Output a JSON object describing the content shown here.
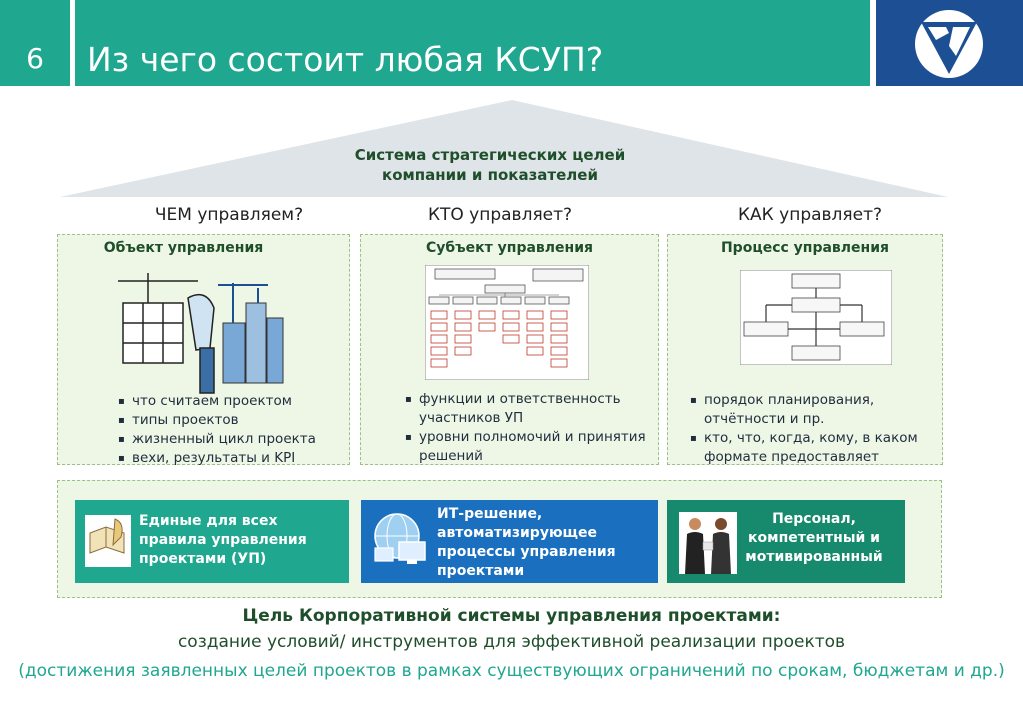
{
  "header": {
    "slide_number": "6",
    "title": "Из чего состоит любая КСУП?",
    "logo": "company-logo"
  },
  "roof": {
    "line1": "Система стратегических целей",
    "line2": "компании и показателей"
  },
  "columns": [
    {
      "question": "ЧЕМ управляем?",
      "panel_title": "Объект управления",
      "image": "construction-workers-illustration",
      "bullets": [
        "что считаем проектом",
        "типы проектов",
        "жизненный цикл проекта",
        "вехи, результаты и KPI"
      ]
    },
    {
      "question": "КТО управляет?",
      "panel_title": "Субъект управления",
      "image": "org-chart-diagram",
      "bullets": [
        "функции и ответственность участников УП",
        "уровни полномочий и принятия решений"
      ]
    },
    {
      "question": "КАК управляет?",
      "panel_title": "Процесс управления",
      "image": "process-flow-diagram",
      "bullets": [
        "порядок планирования, отчётности и пр.",
        "кто, что, когда, кому, в каком формате предоставляет"
      ]
    }
  ],
  "foundation": [
    {
      "text": "Единые для всех правила управления проектами (УП)",
      "icon": "book-quill-icon",
      "color": "#1fa78f"
    },
    {
      "text": "ИТ-решение, автоматизирующее процессы управления проектами",
      "icon": "computer-network-icon",
      "color": "#1a6fbf"
    },
    {
      "text": "Персонал, компетентный и мотивированный",
      "icon": "business-people-icon",
      "color": "#178a6e"
    }
  ],
  "goal": {
    "title": "Цель Корпоративной системы управления проектами:",
    "line2": "создание условий/ инструментов для эффективной реализации проектов",
    "line3": "(достижения заявленных целей проектов в рамках существующих ограничений по срокам, бюджетам и др.)"
  },
  "colors": {
    "accent": "#1fa78f",
    "brand_blue": "#1c4f93",
    "panel_bg": "#eef6e6"
  }
}
